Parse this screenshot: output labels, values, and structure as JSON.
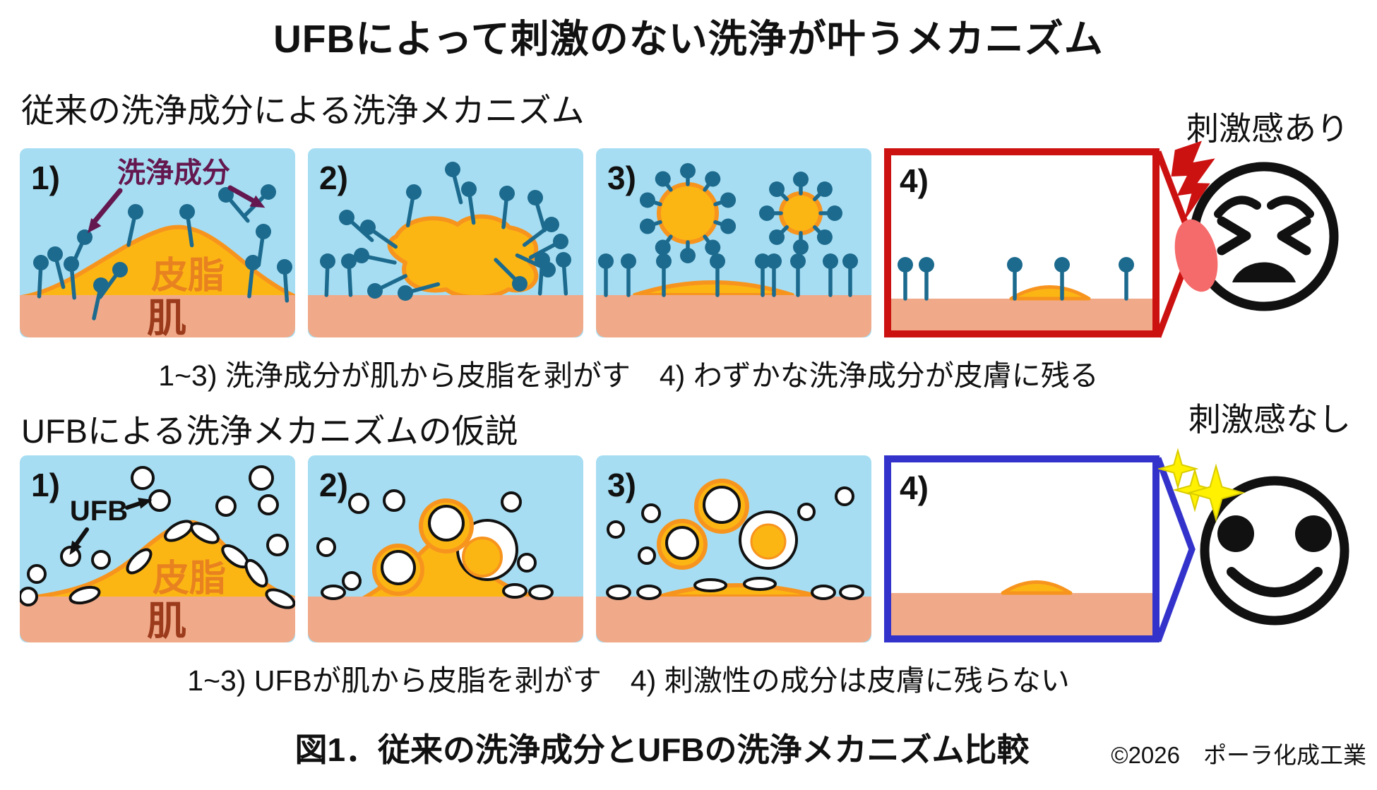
{
  "title": "UFBによって刺激のない洗浄が叶うメカニズム",
  "conventional": {
    "heading": "従来の洗浄成分による洗浄メカニズム",
    "panels": {
      "p1": "1)",
      "p2": "2)",
      "p3": "3)",
      "p4": "4)"
    },
    "surfactant_label": "洗浄成分",
    "sebum_label": "皮脂",
    "skin_label": "肌",
    "caption": "1~3) 洗浄成分が肌から皮脂を剥がす　4) わずかな洗浄成分が皮膚に残る",
    "result_label": "刺激感あり"
  },
  "ufb": {
    "heading": "UFBによる洗浄メカニズムの仮説",
    "panels": {
      "p1": "1)",
      "p2": "2)",
      "p3": "3)",
      "p4": "4)"
    },
    "bubble_label": "UFB",
    "sebum_label": "皮脂",
    "skin_label": "肌",
    "caption": "1~3) UFBが肌から皮脂を剥がす　4) 刺激性の成分は皮膚に残らない",
    "result_label": "刺激感なし"
  },
  "figure": {
    "caption": "図1．従来の洗浄成分とUFBの洗浄メカニズム比較",
    "copyright": "©2026　ポーラ化成工業"
  },
  "colors": {
    "panel_blue": "#A6DDF2",
    "sebum": "#FBB614",
    "sebum_outline": "#F7941E",
    "skin": "#F0AA89",
    "surfactant": "#1C6A8E",
    "surfactant_label": "#64184F",
    "irritation_red": "#CC1111",
    "blush_pink": "#F56A6A",
    "calm_blue": "#3333CC",
    "sparkle_yellow": "#FFF100",
    "sebum_text": "#E8811F",
    "skin_text": "#9C3A1C"
  }
}
